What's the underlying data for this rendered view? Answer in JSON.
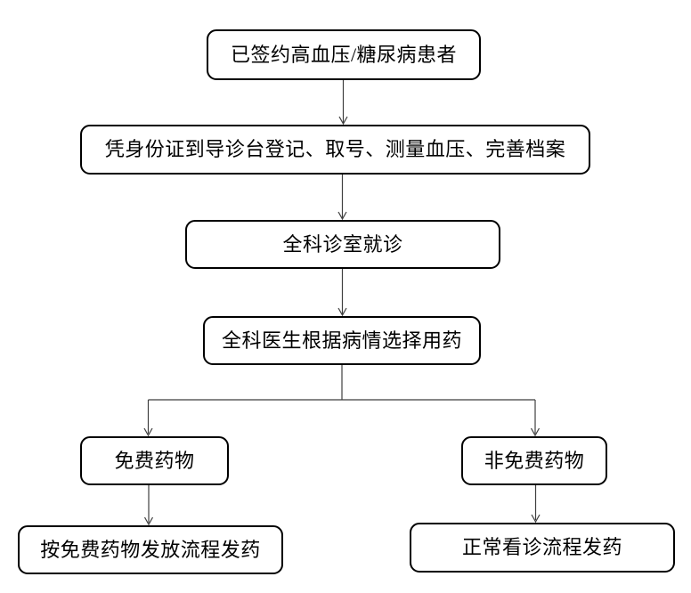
{
  "colors": {
    "background": "#ffffff",
    "box_border": "#000000",
    "box_fill": "#ffffff",
    "connector": "#3f3f3f",
    "text": "#000000"
  },
  "flowchart": {
    "type": "flowchart",
    "nodes": {
      "signed_patients": "已签约高血压/糖尿病患者",
      "registration": "凭身份证到导诊台登记、取号、测量血压、完善档案",
      "gp_clinic_visit": "全科诊室就诊",
      "gp_selects_medication": "全科医生根据病情选择用药",
      "free_medication": "免费药物",
      "non_free_medication": "非免费药物",
      "free_dispensing_process": "按免费药物发放流程发药",
      "normal_dispensing_process": "正常看诊流程发药"
    }
  }
}
